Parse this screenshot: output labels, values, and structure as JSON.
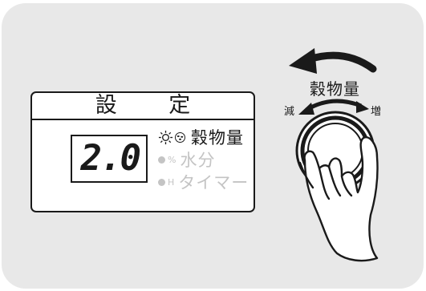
{
  "display": {
    "title": "設 定",
    "value": "2.0",
    "modes": [
      {
        "symbol": "sun-rice",
        "label": "穀物量",
        "active": true
      },
      {
        "symbol": "%",
        "label": "水分",
        "active": false
      },
      {
        "symbol": "H",
        "label": "タイマー",
        "active": false
      }
    ]
  },
  "knob": {
    "title": "穀物量",
    "decrease_label": "減",
    "increase_label": "増"
  },
  "colors": {
    "panel_bg": "#e8e8e8",
    "ink": "#1a1a1a",
    "inactive": "#c4c4c4"
  }
}
